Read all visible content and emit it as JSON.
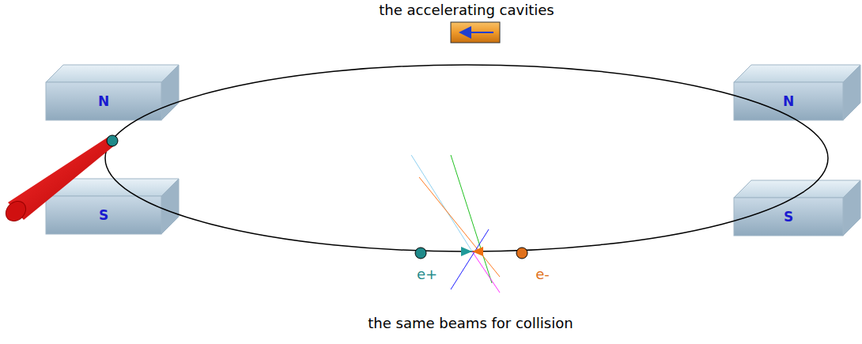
{
  "diagram": {
    "nodes": [
      {
        "text": [
          "N"
        ]
      },
      {
        "text": [
          "S"
        ]
      },
      {
        "text": [
          "N"
        ]
      },
      {
        "text": [
          "S"
        ]
      }
    ],
    "labels": [
      "the accelerating cavities",
      "e+",
      "e-",
      "the same beams for collision"
    ]
  }
}
